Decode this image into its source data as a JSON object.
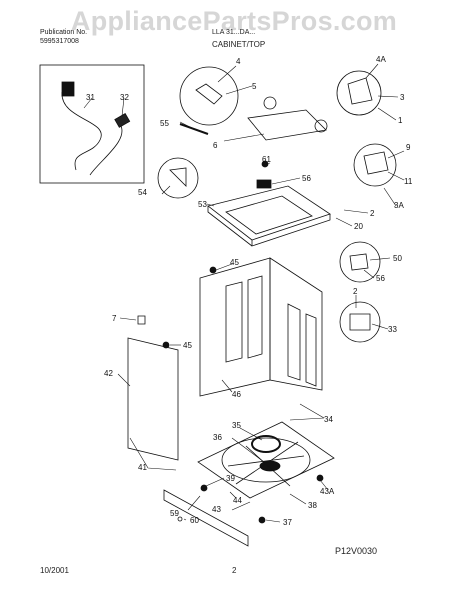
{
  "header": {
    "line1_left": "Publication No.",
    "line2_left": "5995317008",
    "line1_right": "LLA 31...DA...",
    "section_title": "CABINET/TOP"
  },
  "watermark": "AppliancePartsPros.com",
  "drawing_code": "P12V0030",
  "footer": {
    "date": "10/2001",
    "page": "2"
  },
  "part_labels": {
    "p31": "31",
    "p32": "32",
    "p4": "4",
    "p5": "5",
    "p4A": "4A",
    "p3": "3",
    "p1": "1",
    "p55": "55",
    "p6": "6",
    "p9": "9",
    "p11": "11",
    "p3A": "3A",
    "p61": "61",
    "p56a": "56",
    "p54": "54",
    "p53": "53",
    "p2a": "2",
    "p20": "20",
    "p45a": "45",
    "p50": "50",
    "p56b": "56",
    "p2b": "2",
    "p7": "7",
    "p45b": "45",
    "p33": "33",
    "p42": "42",
    "p46": "46",
    "p34": "34",
    "p35": "35",
    "p36": "36",
    "p41": "41",
    "p39": "39",
    "p44": "44",
    "p43A": "43A",
    "p59": "59",
    "p43": "43",
    "p38": "38",
    "p60": "60",
    "p37": "37"
  }
}
